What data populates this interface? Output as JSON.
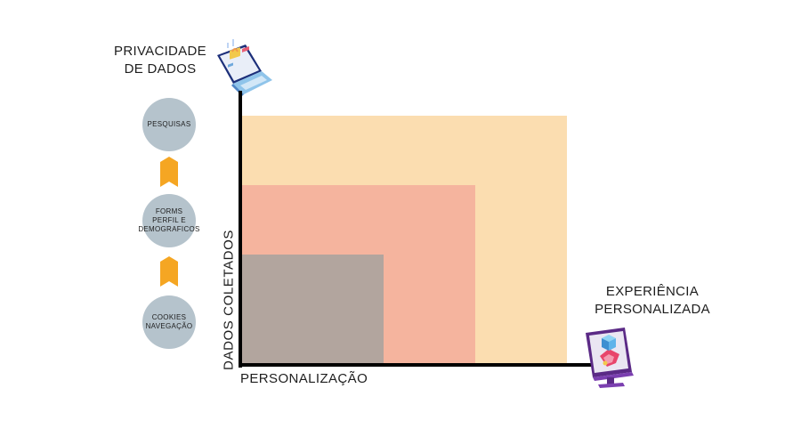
{
  "privacy_title": {
    "line1": "PRIVACIDADE",
    "line2": "DE DADOS"
  },
  "steps": [
    {
      "label": "PESQUISAS"
    },
    {
      "label": "FORMS\nPERFIL E\nDEMOGRAFICOS"
    },
    {
      "label": "COOKIES\nNAVEGAÇÃO"
    }
  ],
  "chart": {
    "ylabel": "DADOS COLETADOS",
    "xlabel": "PERSONALIZAÇÃO",
    "levels": [
      {
        "color": "#fbddb0",
        "extent": 1.0
      },
      {
        "color": "#f5b49e",
        "extent": 0.72
      },
      {
        "color": "#b2a59e",
        "extent": 0.44
      }
    ]
  },
  "experience_title": {
    "line1": "EXPERIÊNCIA",
    "line2": "PERSONALIZADA"
  },
  "colors": {
    "circle": "#b5c3cc",
    "arrow": "#f5a623",
    "axis": "#000000"
  },
  "icons": {
    "top_left": "laptop-lock-icon",
    "bottom_right": "monitor-cube-icon"
  }
}
